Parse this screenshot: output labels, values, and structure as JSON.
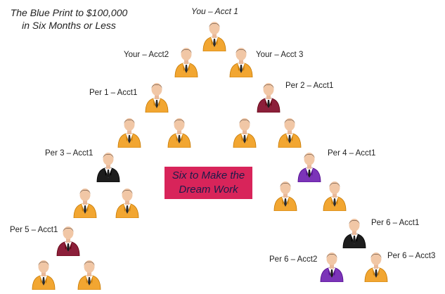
{
  "title": "The Blue Print to $100,000  in Six Months or Less",
  "center_box": "Six to Make the Dream Work",
  "labels": {
    "you": "You – Acct 1",
    "your2": "Your – Acct2",
    "your3": "Your – Acct 3",
    "per1": "Per 1 – Acct1",
    "per2": "Per 2 – Acct1",
    "per3": "Per 3 – Acct1",
    "per4": "Per 4 – Acct1",
    "per5": "Per 5 – Acct1",
    "per6a": "Per 6 – Acct1",
    "per6b": "Per 6 – Acct2",
    "per6c": "Per 6 – Acct3"
  },
  "colors": {
    "orange_suit": "#f2a631",
    "maroon_suit": "#8c1f3a",
    "black_suit": "#1d1d1d",
    "purple_suit": "#7b34b8",
    "center_box_bg": "#d8245a",
    "center_box_text": "#1b1b4a"
  },
  "people": [
    {
      "name": "you-acct1",
      "suit": "orange"
    },
    {
      "name": "your-acct2",
      "suit": "orange"
    },
    {
      "name": "your-acct3",
      "suit": "orange"
    },
    {
      "name": "per1-acct1",
      "suit": "orange"
    },
    {
      "name": "per2-acct1",
      "suit": "maroon"
    },
    {
      "name": "per1-child-left",
      "suit": "orange"
    },
    {
      "name": "per1-child-right",
      "suit": "orange"
    },
    {
      "name": "per2-child-left",
      "suit": "orange"
    },
    {
      "name": "per2-child-right",
      "suit": "orange"
    },
    {
      "name": "per3-acct1",
      "suit": "black"
    },
    {
      "name": "per4-acct1",
      "suit": "purple"
    },
    {
      "name": "per3-child-left",
      "suit": "orange"
    },
    {
      "name": "per3-child-right",
      "suit": "orange"
    },
    {
      "name": "per4-child-left",
      "suit": "orange"
    },
    {
      "name": "per4-child-right",
      "suit": "orange"
    },
    {
      "name": "per5-acct1",
      "suit": "maroon"
    },
    {
      "name": "per6-acct1",
      "suit": "black"
    },
    {
      "name": "per5-child-left",
      "suit": "orange"
    },
    {
      "name": "per5-child-right",
      "suit": "orange"
    },
    {
      "name": "per6-acct2",
      "suit": "purple"
    },
    {
      "name": "per6-acct3",
      "suit": "orange"
    }
  ]
}
